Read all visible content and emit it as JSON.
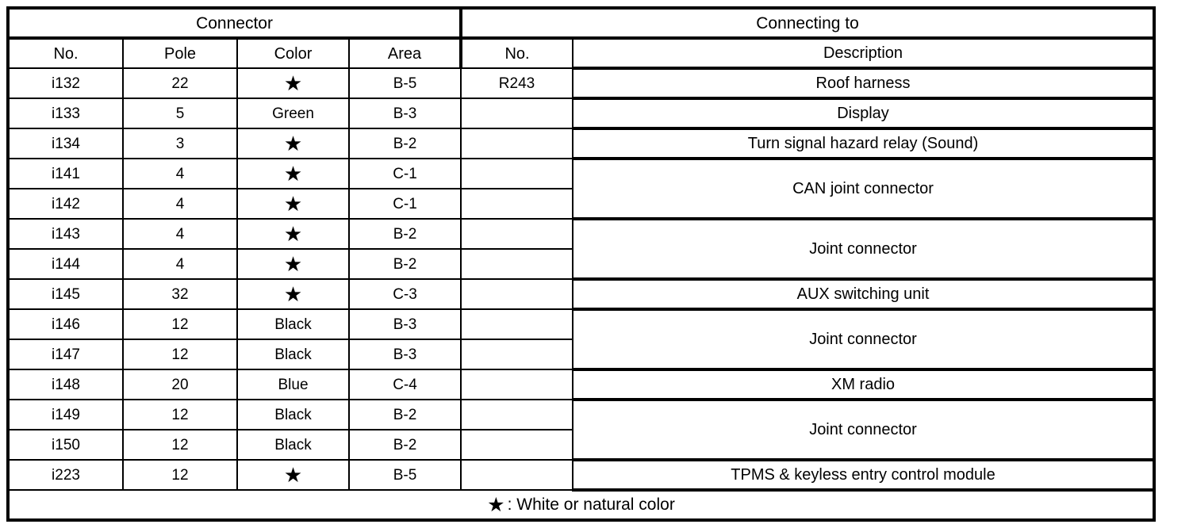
{
  "table": {
    "section_headers": [
      {
        "label": "Connector",
        "span": 4
      },
      {
        "label": "Connecting to",
        "span": 2
      }
    ],
    "column_headers": [
      "No.",
      "Pole",
      "Color",
      "Area",
      "No.",
      "Description"
    ],
    "star_glyph": "★",
    "rows": [
      {
        "no": "i132",
        "pole": "22",
        "color": "★",
        "color_is_star": true,
        "area": "B-5",
        "cno": "R243",
        "desc": "Roof harness",
        "group": 1
      },
      {
        "no": "i133",
        "pole": "5",
        "color": "Green",
        "color_is_star": false,
        "area": "B-3",
        "cno": "",
        "desc": "Display",
        "group": 2
      },
      {
        "no": "i134",
        "pole": "3",
        "color": "★",
        "color_is_star": true,
        "area": "B-2",
        "cno": "",
        "desc": "Turn signal hazard relay (Sound)",
        "group": 3
      },
      {
        "no": "i141",
        "pole": "4",
        "color": "★",
        "color_is_star": true,
        "area": "C-1",
        "cno": "",
        "desc": "CAN joint connector",
        "group": 4
      },
      {
        "no": "i142",
        "pole": "4",
        "color": "★",
        "color_is_star": true,
        "area": "C-1",
        "cno": "",
        "desc": "",
        "group": 4
      },
      {
        "no": "i143",
        "pole": "4",
        "color": "★",
        "color_is_star": true,
        "area": "B-2",
        "cno": "",
        "desc": "Joint connector",
        "group": 5
      },
      {
        "no": "i144",
        "pole": "4",
        "color": "★",
        "color_is_star": true,
        "area": "B-2",
        "cno": "",
        "desc": "",
        "group": 5
      },
      {
        "no": "i145",
        "pole": "32",
        "color": "★",
        "color_is_star": true,
        "area": "C-3",
        "cno": "",
        "desc": "AUX switching unit",
        "group": 6
      },
      {
        "no": "i146",
        "pole": "12",
        "color": "Black",
        "color_is_star": false,
        "area": "B-3",
        "cno": "",
        "desc": "Joint connector",
        "group": 7
      },
      {
        "no": "i147",
        "pole": "12",
        "color": "Black",
        "color_is_star": false,
        "area": "B-3",
        "cno": "",
        "desc": "",
        "group": 7
      },
      {
        "no": "i148",
        "pole": "20",
        "color": "Blue",
        "color_is_star": false,
        "area": "C-4",
        "cno": "",
        "desc": "XM radio",
        "group": 8
      },
      {
        "no": "i149",
        "pole": "12",
        "color": "Black",
        "color_is_star": false,
        "area": "B-2",
        "cno": "",
        "desc": "Joint connector",
        "group": 9
      },
      {
        "no": "i150",
        "pole": "12",
        "color": "Black",
        "color_is_star": false,
        "area": "B-2",
        "cno": "",
        "desc": "",
        "group": 9
      },
      {
        "no": "i223",
        "pole": "12",
        "color": "★",
        "color_is_star": true,
        "area": "B-5",
        "cno": "",
        "desc": "TPMS & keyless entry control module",
        "group": 10
      }
    ],
    "groups": [
      {
        "id": 1,
        "desc": "Roof harness",
        "rows": 1
      },
      {
        "id": 2,
        "desc": "Display",
        "rows": 1
      },
      {
        "id": 3,
        "desc": "Turn signal hazard relay (Sound)",
        "rows": 1
      },
      {
        "id": 4,
        "desc": "CAN joint connector",
        "rows": 2
      },
      {
        "id": 5,
        "desc": "Joint connector",
        "rows": 2
      },
      {
        "id": 6,
        "desc": "AUX switching unit",
        "rows": 1
      },
      {
        "id": 7,
        "desc": "Joint connector",
        "rows": 2
      },
      {
        "id": 8,
        "desc": "XM radio",
        "rows": 1
      },
      {
        "id": 9,
        "desc": "Joint connector",
        "rows": 2
      },
      {
        "id": 10,
        "desc": "TPMS & keyless entry control module",
        "rows": 1
      }
    ],
    "footnote": {
      "symbol": "★",
      "text": ": White or natural color"
    }
  },
  "colors": {
    "ink": "#000000",
    "paper": "#ffffff"
  }
}
